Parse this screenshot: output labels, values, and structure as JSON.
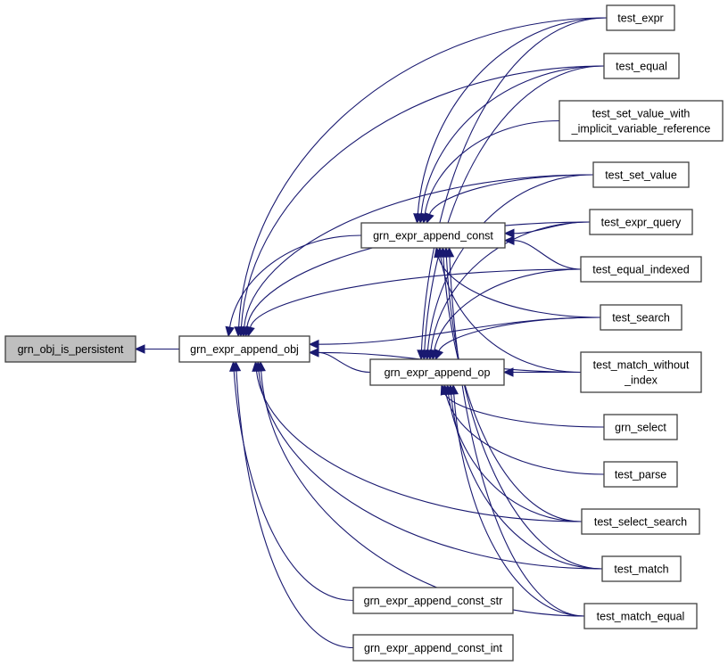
{
  "graph": {
    "type": "caller-graph",
    "edge_color": "#191970",
    "root_fill": "#bfbfbf",
    "node_fill": "#ffffff",
    "nodes": [
      {
        "id": "root",
        "lines": [
          "grn_obj_is_persistent"
        ],
        "root": true
      },
      {
        "id": "append_obj",
        "lines": [
          "grn_expr_append_obj"
        ]
      },
      {
        "id": "append_const",
        "lines": [
          "grn_expr_append_const"
        ]
      },
      {
        "id": "append_op",
        "lines": [
          "grn_expr_append_op"
        ]
      },
      {
        "id": "append_const_str",
        "lines": [
          "grn_expr_append_const_str"
        ]
      },
      {
        "id": "append_const_int",
        "lines": [
          "grn_expr_append_const_int"
        ]
      },
      {
        "id": "test_expr",
        "lines": [
          "test_expr"
        ]
      },
      {
        "id": "test_equal",
        "lines": [
          "test_equal"
        ]
      },
      {
        "id": "test_set_value_with",
        "lines": [
          "test_set_value_with",
          "_implicit_variable_reference"
        ]
      },
      {
        "id": "test_set_value",
        "lines": [
          "test_set_value"
        ]
      },
      {
        "id": "test_expr_query",
        "lines": [
          "test_expr_query"
        ]
      },
      {
        "id": "test_equal_indexed",
        "lines": [
          "test_equal_indexed"
        ]
      },
      {
        "id": "test_search",
        "lines": [
          "test_search"
        ]
      },
      {
        "id": "test_match_without",
        "lines": [
          "test_match_without",
          "_index"
        ]
      },
      {
        "id": "grn_select",
        "lines": [
          "grn_select"
        ]
      },
      {
        "id": "test_parse",
        "lines": [
          "test_parse"
        ]
      },
      {
        "id": "test_select_search",
        "lines": [
          "test_select_search"
        ]
      },
      {
        "id": "test_match",
        "lines": [
          "test_match"
        ]
      },
      {
        "id": "test_match_equal",
        "lines": [
          "test_match_equal"
        ]
      }
    ],
    "edges": [
      {
        "from": "append_obj",
        "to": "root"
      },
      {
        "from": "append_const",
        "to": "append_obj"
      },
      {
        "from": "append_op",
        "to": "append_obj"
      },
      {
        "from": "append_const_str",
        "to": "append_obj"
      },
      {
        "from": "append_const_int",
        "to": "append_obj"
      },
      {
        "from": "test_expr",
        "to": "append_obj"
      },
      {
        "from": "test_equal",
        "to": "append_obj"
      },
      {
        "from": "test_set_value",
        "to": "append_obj"
      },
      {
        "from": "test_expr_query",
        "to": "append_obj"
      },
      {
        "from": "test_equal_indexed",
        "to": "append_obj"
      },
      {
        "from": "test_search",
        "to": "append_obj"
      },
      {
        "from": "test_match_without",
        "to": "append_obj"
      },
      {
        "from": "test_select_search",
        "to": "append_obj"
      },
      {
        "from": "test_match",
        "to": "append_obj"
      },
      {
        "from": "test_match_equal",
        "to": "append_obj"
      },
      {
        "from": "test_expr",
        "to": "append_const"
      },
      {
        "from": "test_equal",
        "to": "append_const"
      },
      {
        "from": "test_set_value_with",
        "to": "append_const"
      },
      {
        "from": "test_set_value",
        "to": "append_const"
      },
      {
        "from": "test_expr_query",
        "to": "append_const"
      },
      {
        "from": "test_equal_indexed",
        "to": "append_const"
      },
      {
        "from": "test_search",
        "to": "append_const"
      },
      {
        "from": "test_match_without",
        "to": "append_const"
      },
      {
        "from": "test_select_search",
        "to": "append_const"
      },
      {
        "from": "test_match",
        "to": "append_const"
      },
      {
        "from": "test_match_equal",
        "to": "append_const"
      },
      {
        "from": "test_expr",
        "to": "append_op"
      },
      {
        "from": "test_equal",
        "to": "append_op"
      },
      {
        "from": "test_set_value",
        "to": "append_op"
      },
      {
        "from": "test_expr_query",
        "to": "append_op"
      },
      {
        "from": "test_equal_indexed",
        "to": "append_op"
      },
      {
        "from": "test_search",
        "to": "append_op"
      },
      {
        "from": "test_match_without",
        "to": "append_op"
      },
      {
        "from": "grn_select",
        "to": "append_op"
      },
      {
        "from": "test_parse",
        "to": "append_op"
      },
      {
        "from": "test_select_search",
        "to": "append_op"
      },
      {
        "from": "test_match",
        "to": "append_op"
      },
      {
        "from": "test_match_equal",
        "to": "append_op"
      }
    ]
  }
}
